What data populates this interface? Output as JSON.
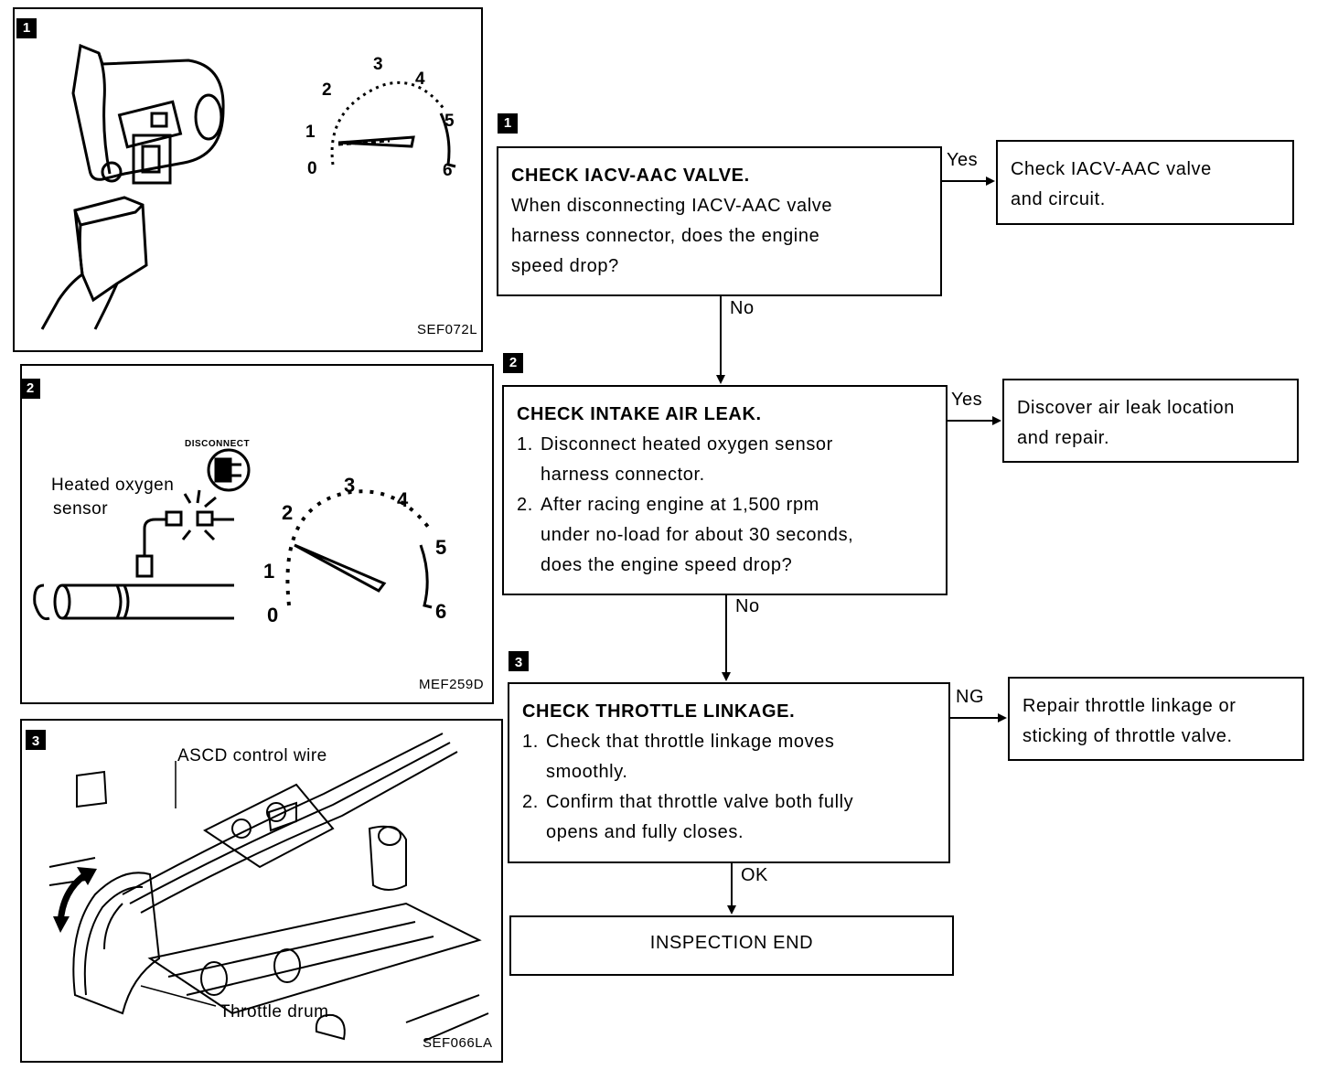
{
  "panels": [
    {
      "number": "1",
      "code": "SEF072L"
    },
    {
      "number": "2",
      "code": "MEF259D",
      "labels": {
        "sensor_line1": "Heated oxygen",
        "sensor_line2": "sensor",
        "disconnect": "DISCONNECT"
      }
    },
    {
      "number": "3",
      "code": "SEF066LA",
      "labels": {
        "control_wire": "ASCD control wire",
        "drum": "Throttle drum"
      }
    }
  ],
  "tachometer": {
    "ticks": [
      "0",
      "1",
      "2",
      "3",
      "4",
      "5",
      "6"
    ]
  },
  "steps": [
    {
      "number": "1",
      "title": "CHECK IACV-AAC VALVE.",
      "text": [
        "When disconnecting IACV-AAC valve",
        "harness connector, does the engine",
        "speed drop?"
      ],
      "yes_label": "Yes",
      "yes_action": [
        "Check IACV-AAC valve",
        "and circuit."
      ],
      "no_label": "No"
    },
    {
      "number": "2",
      "title": "CHECK INTAKE AIR LEAK.",
      "items": [
        {
          "n": "1.",
          "lines": [
            "Disconnect heated oxygen sensor",
            "harness connector."
          ]
        },
        {
          "n": "2.",
          "lines": [
            "After racing engine at 1,500 rpm",
            "under no-load for about 30 seconds,",
            "does the engine speed drop?"
          ]
        }
      ],
      "yes_label": "Yes",
      "yes_action": [
        "Discover air leak location",
        "and repair."
      ],
      "no_label": "No"
    },
    {
      "number": "3",
      "title": "CHECK THROTTLE LINKAGE.",
      "items": [
        {
          "n": "1.",
          "lines": [
            "Check that throttle linkage moves",
            "smoothly."
          ]
        },
        {
          "n": "2.",
          "lines": [
            "Confirm that throttle valve both fully",
            "opens and fully closes."
          ]
        }
      ],
      "ng_label": "NG",
      "ng_action": [
        "Repair throttle linkage or",
        "sticking of throttle valve."
      ],
      "ok_label": "OK"
    }
  ],
  "end_box": "INSPECTION END"
}
